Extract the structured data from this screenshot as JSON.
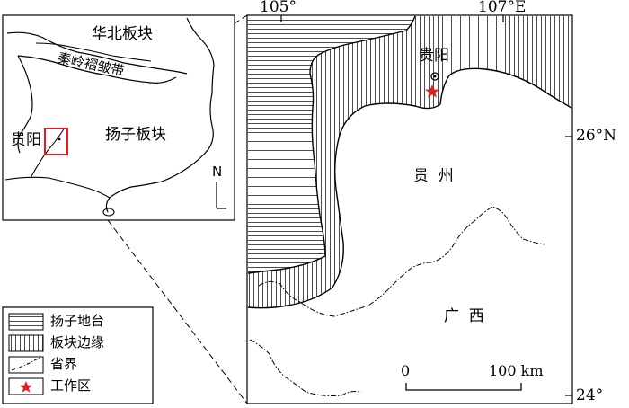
{
  "map": {
    "axis_labels": {
      "lon_105": "105°",
      "lon_107": "107°E",
      "lat_26": "26°N",
      "lat_24": "24°"
    },
    "inset": {
      "north_china_block": "华北板块",
      "qinling_belt": "秦岭褶皱带",
      "yangtze_block": "扬子板块",
      "guiyang": "贵阳",
      "north_arrow": "N"
    },
    "main": {
      "guiyang": "贵阳",
      "guizhou": "贵  州",
      "guangxi": "广  西"
    },
    "scale": {
      "start": "0",
      "end": "100 km"
    },
    "legend": [
      {
        "label": "扬子地台",
        "symbol": "horizontal-hatch"
      },
      {
        "label": "板块边缘",
        "symbol": "vertical-hatch"
      },
      {
        "label": "省界",
        "symbol": "dash-dot-line"
      },
      {
        "label": "工作区",
        "symbol": "red-star"
      }
    ],
    "colors": {
      "work_area_star": "#e02020",
      "inset_highlight": "#e02020",
      "line": "#000000"
    }
  }
}
